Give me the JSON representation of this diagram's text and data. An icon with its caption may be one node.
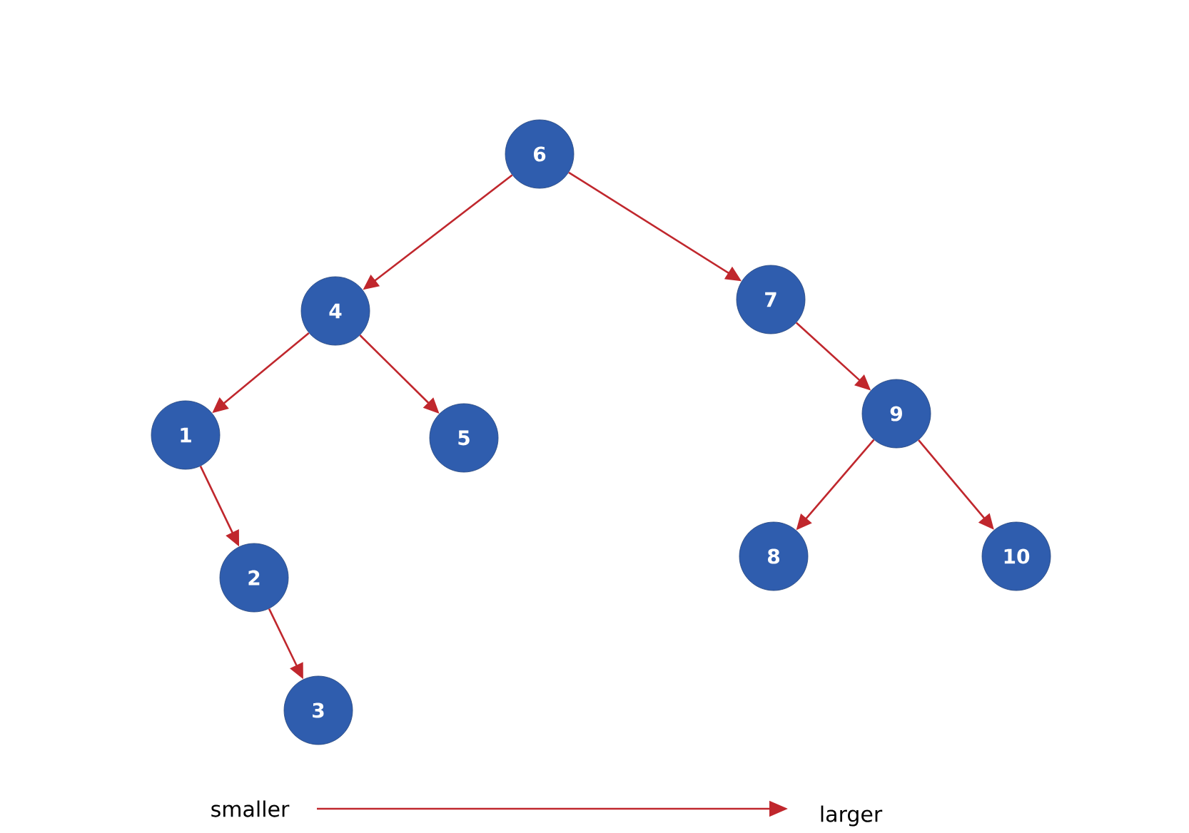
{
  "diagram": {
    "nodes": [
      {
        "text": [
          "6"
        ]
      },
      {
        "text": [
          "4"
        ]
      },
      {
        "text": [
          "7"
        ]
      },
      {
        "text": [
          "1"
        ]
      },
      {
        "text": [
          "5"
        ]
      },
      {
        "text": [
          "9"
        ]
      },
      {
        "text": [
          "2"
        ]
      },
      {
        "text": [
          "8"
        ]
      },
      {
        "text": [
          "10"
        ]
      },
      {
        "text": [
          "3"
        ]
      }
    ],
    "edges": [
      {
        "from": 0,
        "to": 1,
        "arrow": "to"
      },
      {
        "from": 0,
        "to": 2,
        "arrow": "to"
      },
      {
        "from": 1,
        "to": 3,
        "arrow": "to"
      },
      {
        "from": 1,
        "to": 4,
        "arrow": "to"
      },
      {
        "from": 2,
        "to": 5,
        "arrow": "to"
      },
      {
        "from": 3,
        "to": 6,
        "arrow": "to"
      },
      {
        "from": 5,
        "to": 7,
        "arrow": "to"
      },
      {
        "from": 5,
        "to": 8,
        "arrow": "to"
      },
      {
        "from": 6,
        "to": 9,
        "arrow": "to"
      }
    ],
    "labels": [
      "smaller",
      "larger"
    ]
  }
}
